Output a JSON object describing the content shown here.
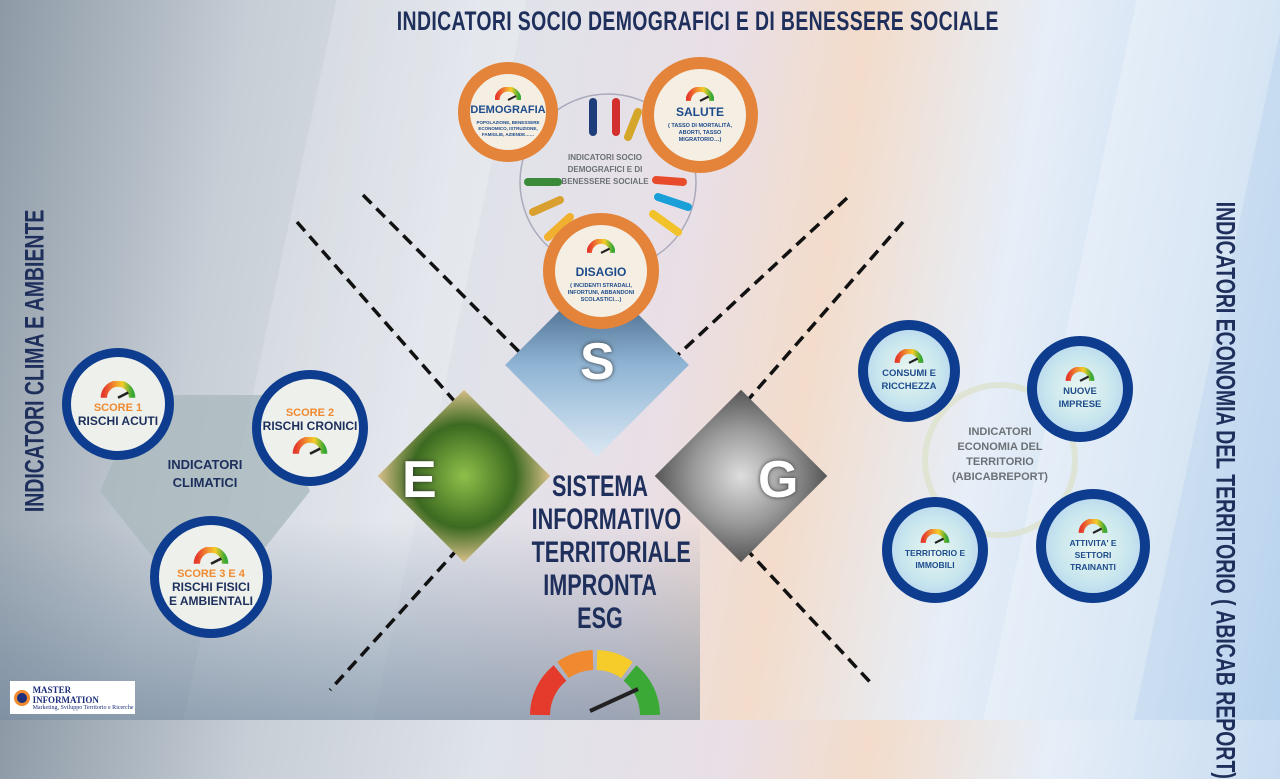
{
  "title": "INDICATORI SOCIO DEMOGRAFICI E DI BENESSERE SOCIALE",
  "left_label": "INDICATORI CLIMA E AMBIENTE",
  "right_label": "INDICATORI ECONOMIA DEL TERRITORIO ( ABICAB REPORT)",
  "social": {
    "center": "INDICATORI SOCIO DEMOGRAFICI E DI BENESSERE SOCIALE",
    "items": [
      {
        "title": "DEMOGRAFIA",
        "desc": "POPOLAZIONE, BENESSERE ECONOMICO, ISTRUZIONE, FAMIGLIE, AZIENDE……"
      },
      {
        "title": "SALUTE",
        "desc": "( TASSO DI MORTALITÀ, ABORTI, TASSO MIGRATORIO…)"
      },
      {
        "title": "DISAGIO",
        "desc": "( INCIDENTI STRADALI, INFORTUNI, ABBANDONI SCOLASTICI…)"
      }
    ]
  },
  "climate": {
    "center": "INDICATORI CLIMATICI",
    "items": [
      {
        "score": "SCORE 1",
        "label": "RISCHI ACUTI"
      },
      {
        "score": "SCORE 2",
        "label": "RISCHI CRONICI"
      },
      {
        "score": "SCORE 3 E 4",
        "label": "RISCHI FISICI E AMBIENTALI"
      }
    ]
  },
  "economy": {
    "center": "INDICATORI ECONOMIA DEL TERRITORIO (ABICABREPORT)",
    "items": [
      {
        "label": "CONSUMI E RICCHEZZA"
      },
      {
        "label": "NUOVE IMPRESE"
      },
      {
        "label": "TERRITORIO E IMMOBILI"
      },
      {
        "label": "ATTIVITA' E SETTORI TRAINANTI"
      }
    ]
  },
  "esg": {
    "e": "E",
    "s": "S",
    "g": "G",
    "center": "SISTEMA INFORMATIVO TERRITORIALE IMPRONTA ESG"
  },
  "logo": {
    "name": "MASTER INFORMATION",
    "tagline": "Marketing, Sviluppo Territorio e Ricerche"
  },
  "colors": {
    "navy": "#1f2f5c",
    "orange": "#e3843a",
    "blue": "#0e3d8f",
    "gauge": [
      "#e53b2c",
      "#f08a30",
      "#f5cc2a",
      "#3aa935"
    ]
  }
}
